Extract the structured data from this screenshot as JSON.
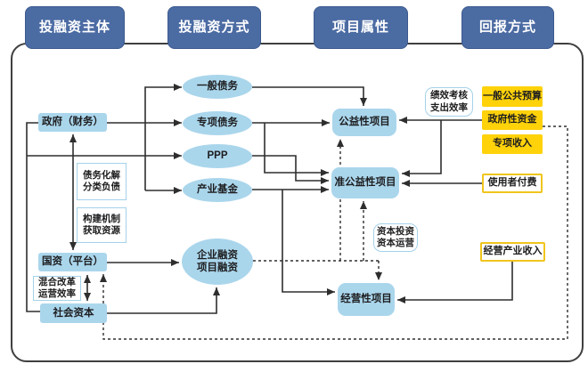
{
  "colors": {
    "header_bg": "#4b6ba3",
    "node_blue": "#aad6ec",
    "yellow": "#ffd20a",
    "yellow_border": "#f0c51c",
    "annotation_border": "#a5d2ea",
    "line": "#2e2e2e",
    "frame_border": "#3f3f3f"
  },
  "headers": [
    {
      "label": "投融资主体"
    },
    {
      "label": "投融资方式"
    },
    {
      "label": "项目属性"
    },
    {
      "label": "回报方式"
    }
  ],
  "actors": {
    "gov": "政府（财务）",
    "soe": "国资（平台）",
    "social": "社会资本"
  },
  "methods": {
    "general_debt": "一般债务",
    "special_debt": "专项债务",
    "ppp": "PPP",
    "industry_fund": "产业基金",
    "corp_financing": "企业融资\n项目融资"
  },
  "projects": {
    "public": "公益性项目",
    "quasi_public": "准公益性项目",
    "operational": "经营性项目"
  },
  "returns": {
    "general_budget": "一般公共预算",
    "gov_funds": "政府性资金",
    "special_income": "专项收入",
    "user_fee": "使用者付费",
    "operating_income": "经营产业收入"
  },
  "annotations": {
    "debt_resolution": "债务化解\n分类负债",
    "mechanism": "构建机制\n获取资源",
    "mixed_reform": "混合改革\n运营效率",
    "performance": "绩效考核\n支出效率",
    "capital": "资本投资\n资本运营"
  }
}
